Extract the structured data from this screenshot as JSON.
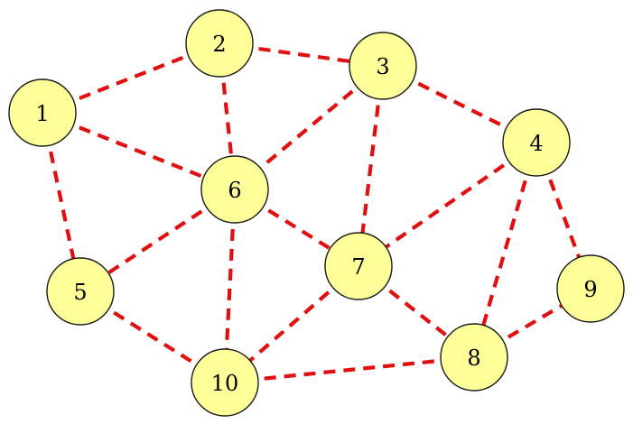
{
  "graph": {
    "nodes": [
      {
        "id": "1",
        "label": "1"
      },
      {
        "id": "2",
        "label": "2"
      },
      {
        "id": "3",
        "label": "3"
      },
      {
        "id": "4",
        "label": "4"
      },
      {
        "id": "5",
        "label": "5"
      },
      {
        "id": "6",
        "label": "6"
      },
      {
        "id": "7",
        "label": "7"
      },
      {
        "id": "8",
        "label": "8"
      },
      {
        "id": "9",
        "label": "9"
      },
      {
        "id": "10",
        "label": "10"
      }
    ],
    "edges": [
      [
        "1",
        "2"
      ],
      [
        "1",
        "6"
      ],
      [
        "1",
        "5"
      ],
      [
        "2",
        "3"
      ],
      [
        "2",
        "6"
      ],
      [
        "3",
        "6"
      ],
      [
        "3",
        "7"
      ],
      [
        "3",
        "4"
      ],
      [
        "4",
        "7"
      ],
      [
        "4",
        "8"
      ],
      [
        "4",
        "9"
      ],
      [
        "6",
        "5"
      ],
      [
        "6",
        "7"
      ],
      [
        "6",
        "10"
      ],
      [
        "5",
        "10"
      ],
      [
        "7",
        "10"
      ],
      [
        "7",
        "8"
      ],
      [
        "10",
        "8"
      ],
      [
        "8",
        "9"
      ]
    ],
    "colors": {
      "edge": "#e01010",
      "node_fill": "#ffff99",
      "node_stroke": "#1a1a1a",
      "label": "#000000"
    }
  }
}
